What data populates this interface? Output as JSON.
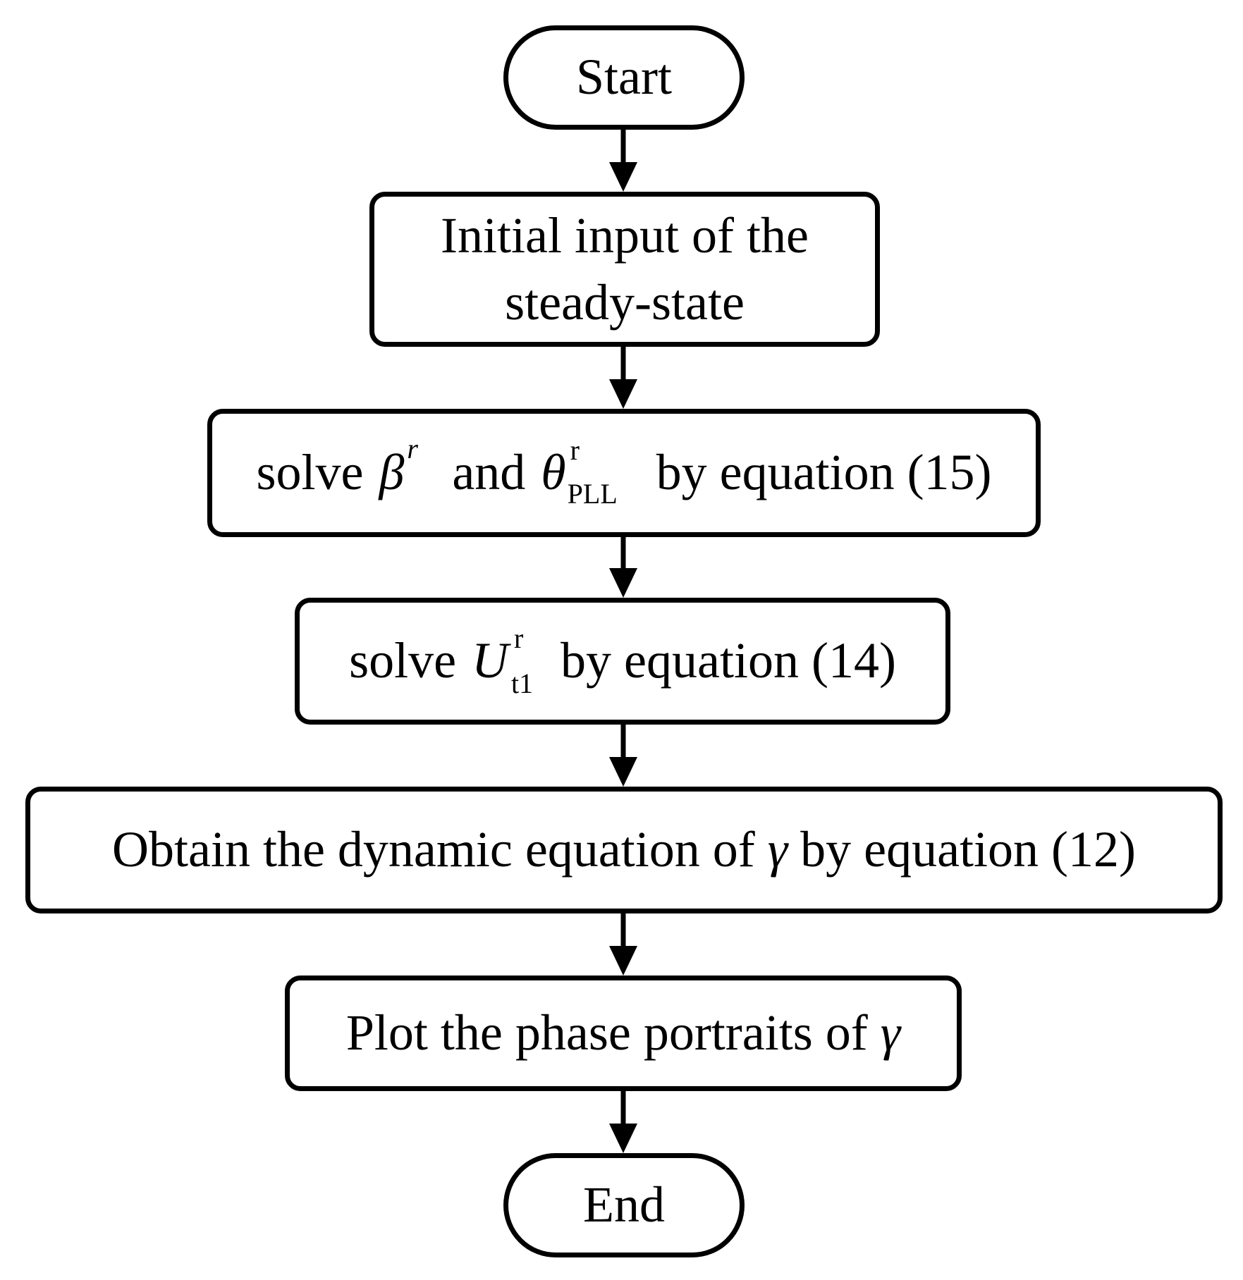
{
  "nodes": {
    "start": {
      "label": "Start"
    },
    "initial_input": {
      "line1": "Initial input of the",
      "line2": "steady-state"
    },
    "solve_beta_theta": {
      "prefix": "solve ",
      "beta_symbol": "β",
      "beta_sup": "r",
      "middle": " and ",
      "theta_symbol": "θ",
      "theta_sup": "r",
      "theta_sub": "PLL",
      "suffix": "by equation (15)"
    },
    "solve_u": {
      "prefix": "solve ",
      "u_symbol": "U",
      "u_sup": "r",
      "u_sub": "t1",
      "suffix": " by equation (14)"
    },
    "obtain_dynamic": {
      "prefix": "Obtain the dynamic equation of ",
      "gamma_symbol": "γ",
      "suffix": " by equation (12)"
    },
    "plot_phase": {
      "prefix": "Plot the phase portraits of ",
      "gamma_symbol": "γ"
    },
    "end": {
      "label": "End"
    }
  },
  "edges": [
    {
      "from": "start",
      "to": "initial_input"
    },
    {
      "from": "initial_input",
      "to": "solve_beta_theta"
    },
    {
      "from": "solve_beta_theta",
      "to": "solve_u"
    },
    {
      "from": "solve_u",
      "to": "obtain_dynamic"
    },
    {
      "from": "obtain_dynamic",
      "to": "plot_phase"
    },
    {
      "from": "plot_phase",
      "to": "end"
    }
  ]
}
